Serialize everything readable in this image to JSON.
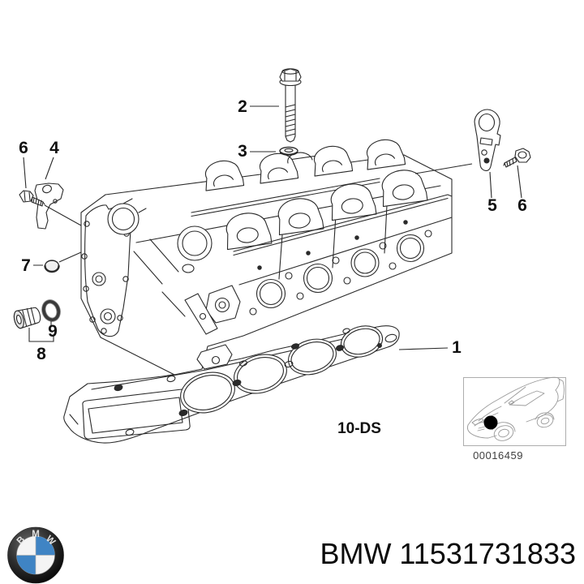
{
  "diagram": {
    "callouts": {
      "c1": "1",
      "c2": "2",
      "c3": "3",
      "c4": "4",
      "c5": "5",
      "c6_left": "6",
      "c6_right": "6",
      "c7": "7",
      "c8": "8",
      "c9": "9"
    },
    "variant_label": "10-DS",
    "thumbnail": {
      "code": "00016459"
    }
  },
  "footer": {
    "brand": "BMW",
    "part_number": "11531731833",
    "logo_letters": {
      "b": "B",
      "m": "M",
      "w": "W"
    }
  },
  "colors": {
    "line": "#2a2a2a",
    "thumb_line": "#9a9a9a",
    "bmw_blue": "#3f84c4",
    "label": "#111111"
  }
}
